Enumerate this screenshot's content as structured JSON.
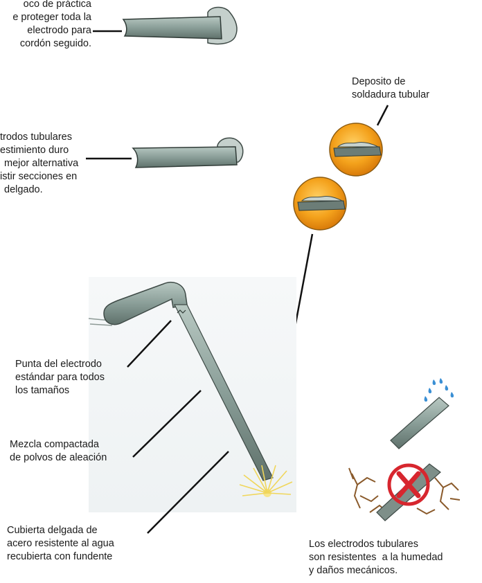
{
  "labels": {
    "top_left": [
      "oco de práctica",
      "e proteger toda la",
      "electrodo para",
      "cordón seguido."
    ],
    "middle_left": [
      "trodos tubulares",
      "estimiento duro",
      "mejor alternativa",
      "istir secciones en",
      "delgado."
    ],
    "deposit": [
      "Deposito de",
      "soldadura tubular"
    ],
    "tip": [
      "Punta del electrodo",
      "estándar para todos",
      "los tamaños"
    ],
    "mix": [
      "Mezcla compactada",
      "de polvos de aleación"
    ],
    "cover": [
      "Cubierta delgada de",
      "acero resistente al agua",
      "recubierta con fundente"
    ],
    "resistant": [
      "Los electrodos tubulares",
      "son resistentes  a la humedad",
      "y daños mecánicos."
    ]
  },
  "colors": {
    "electrode": "#8a9e98",
    "electrode_dark": "#4f5f5a",
    "bead": "#a9b8b2",
    "circle_orange": "#f4a21c",
    "spark": "#f3e07a",
    "rust": "#8a5a2b",
    "no_sign": "#d7262e",
    "water": "#3a8fd4"
  },
  "icons": [
    "no-entry-icon",
    "water-drops-icon",
    "sparks-icon"
  ]
}
